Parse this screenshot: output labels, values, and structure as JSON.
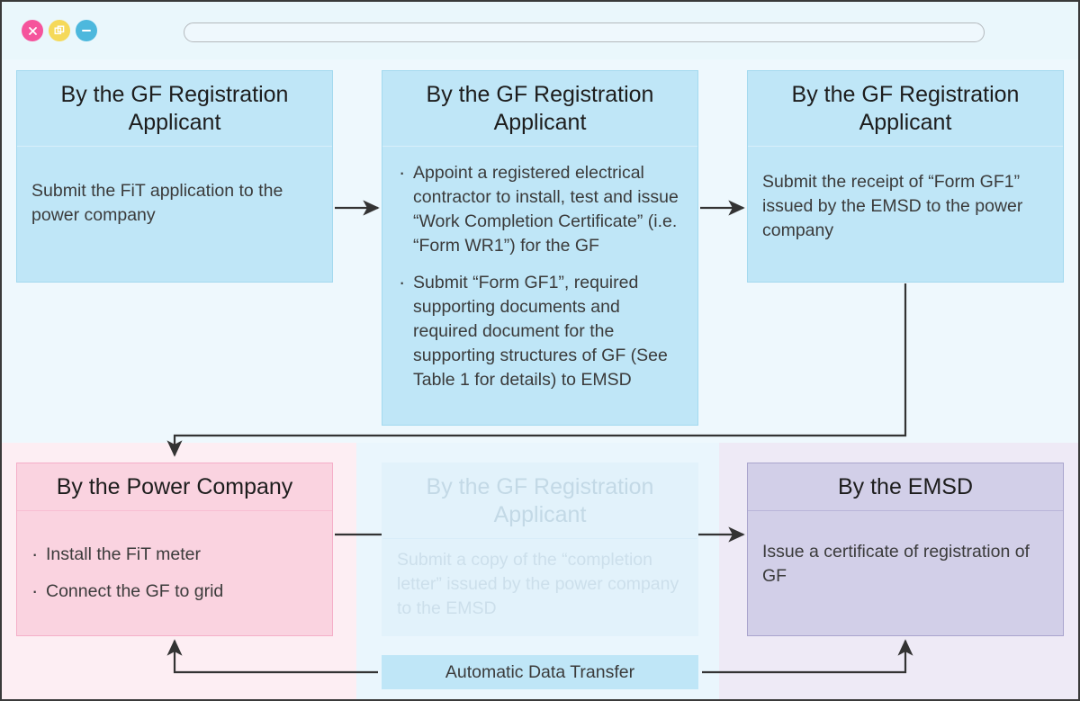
{
  "window": {
    "controls": [
      {
        "name": "close",
        "glyph": "✕",
        "color": "#f5549c"
      },
      {
        "name": "maximize",
        "glyph": "⧉",
        "color": "#f5d95a"
      },
      {
        "name": "minimize",
        "glyph": "−",
        "color": "#4db8dd"
      }
    ],
    "address_value": "",
    "address_placeholder": ""
  },
  "diagram": {
    "boxes": [
      {
        "id": "applicant-1",
        "header": "By the GF Registration Applicant",
        "text": "Submit the FiT application to the power company",
        "bullets": [],
        "fill": "#bfe6f7",
        "state": "active"
      },
      {
        "id": "applicant-2",
        "header": "By the GF Registration Applicant",
        "text": "",
        "bullets": [
          "Appoint a registered electrical contractor to install, test and issue “Work Completion Certificate” (i.e. “Form WR1”) for the GF",
          "Submit “Form GF1”, required supporting documents and required document for the supporting structures of GF (See Table 1 for details) to EMSD"
        ],
        "fill": "#bfe6f7",
        "state": "active"
      },
      {
        "id": "applicant-3",
        "header": "By the GF Registration Applicant",
        "text": "Submit the receipt of “Form GF1” issued by the EMSD to the power company",
        "bullets": [],
        "fill": "#bfe6f7",
        "state": "active"
      },
      {
        "id": "power-company",
        "header": "By the Power Company",
        "text": "",
        "bullets": [
          "Install the FiT meter",
          "Connect the GF to grid"
        ],
        "fill": "#fad3e0",
        "state": "active"
      },
      {
        "id": "applicant-4-faded",
        "header": "By the GF Registration Applicant",
        "text": "Submit a copy of the “completion letter” issued by the power company to the EMSD",
        "bullets": [],
        "fill": "#e2f2fb",
        "state": "faded"
      },
      {
        "id": "emsd",
        "header": "By the EMSD",
        "text": "Issue a certificate of registration of GF",
        "bullets": [],
        "fill": "#d2cfe8",
        "state": "active"
      }
    ],
    "data_transfer_label": "Automatic Data Transfer",
    "bands": [
      {
        "name": "power-company-band",
        "color": "#fdeef3"
      },
      {
        "name": "applicant-band",
        "color": "#eaf6fd"
      },
      {
        "name": "emsd-band",
        "color": "#eeeaf6"
      }
    ],
    "connector_color": "#333333"
  }
}
